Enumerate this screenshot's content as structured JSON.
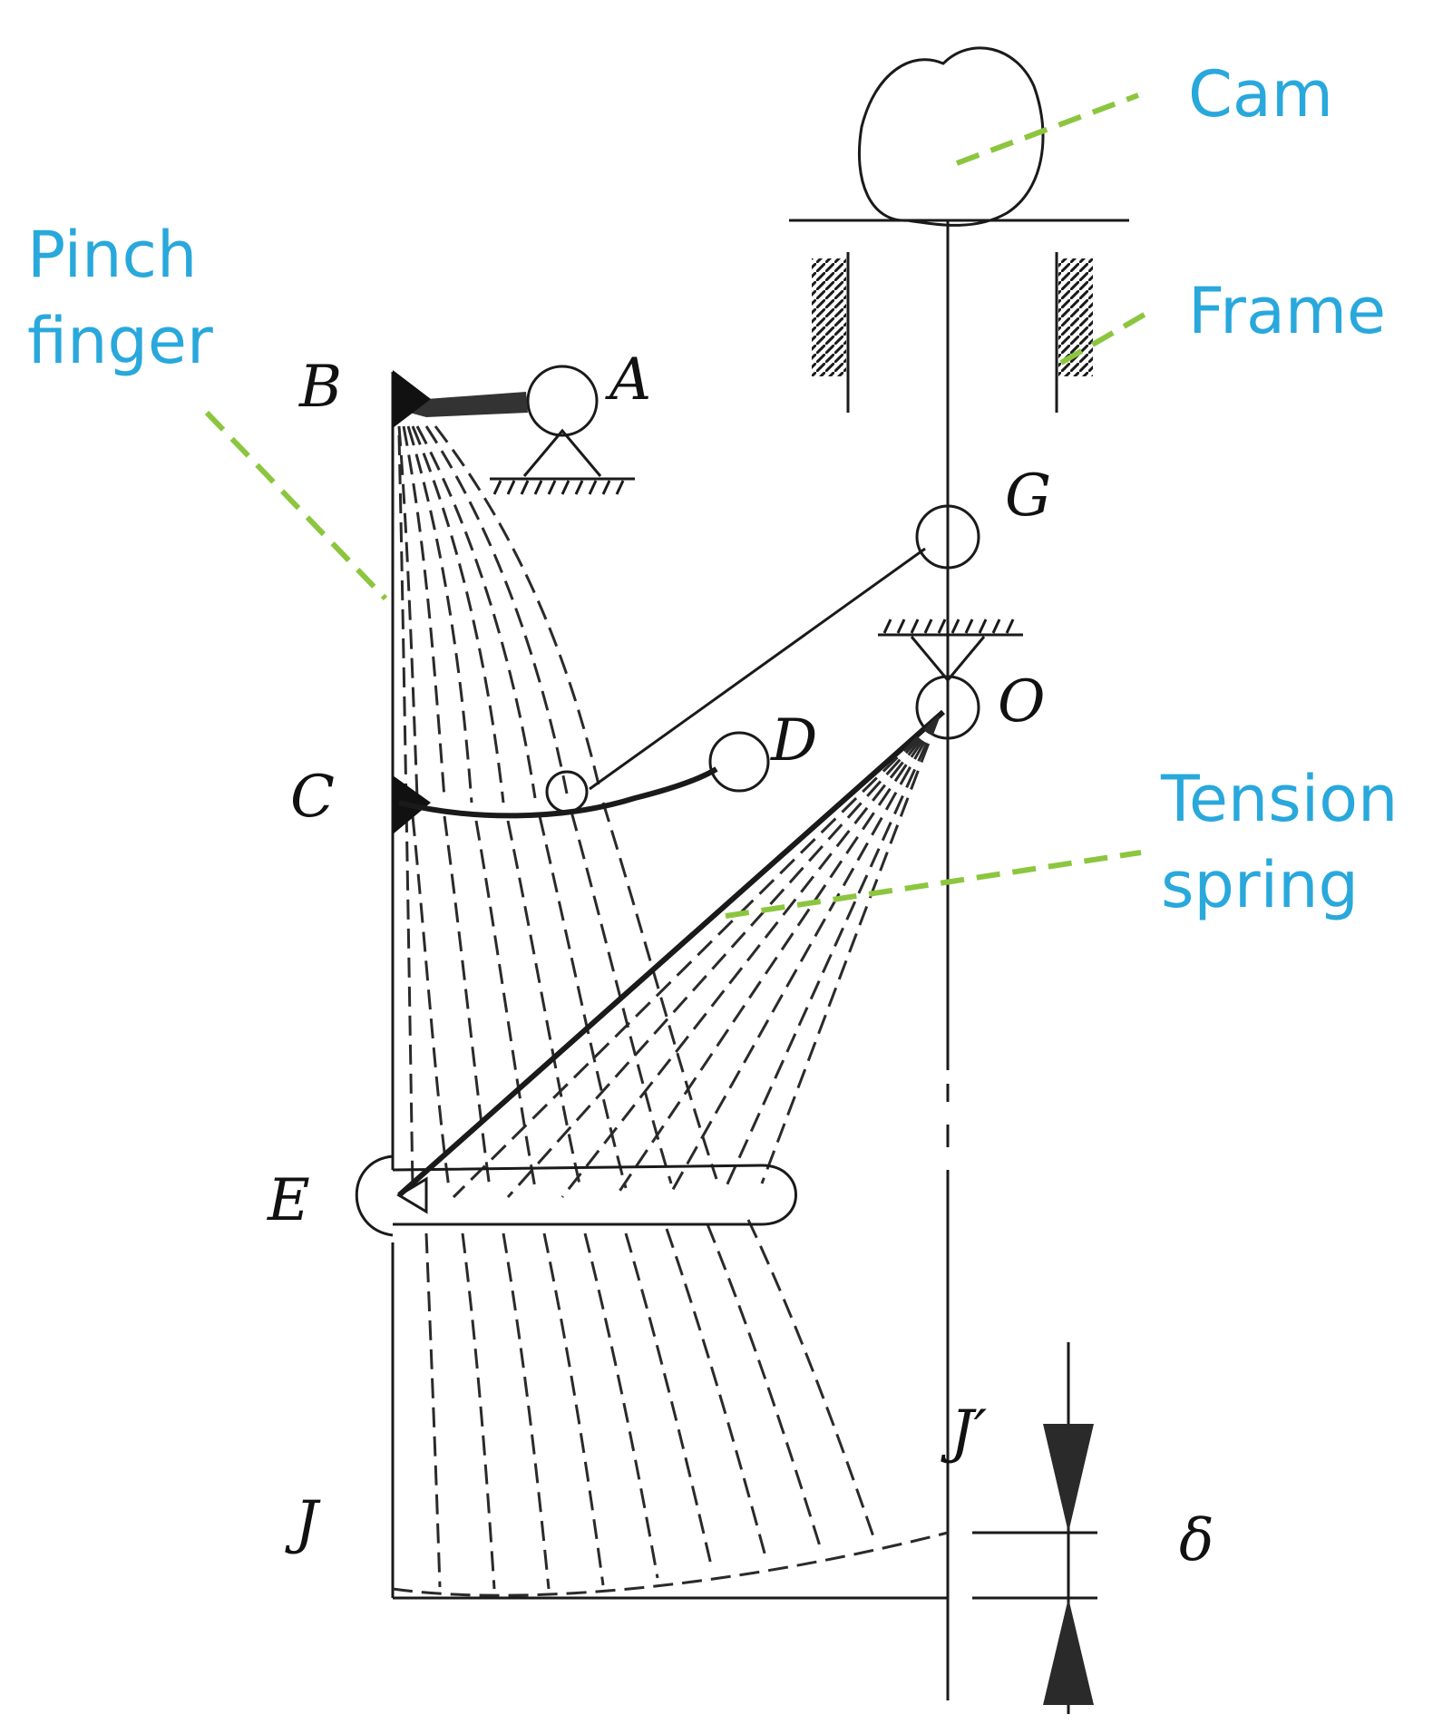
{
  "callouts": {
    "cam": "Cam",
    "frame": "Frame",
    "pinch_finger_line1": "Pinch",
    "pinch_finger_line2": "finger",
    "tension_spring_line1": "Tension",
    "tension_spring_line2": "spring"
  },
  "points": {
    "A": "A",
    "B": "B",
    "C": "C",
    "D": "D",
    "E": "E",
    "G": "G",
    "O": "O",
    "J": "J",
    "J_prime": "J′",
    "delta": "δ"
  },
  "colors": {
    "callout_text": "#29a8dc",
    "leader_line": "#8cc63f",
    "mechanism": "#1a1a1a"
  }
}
